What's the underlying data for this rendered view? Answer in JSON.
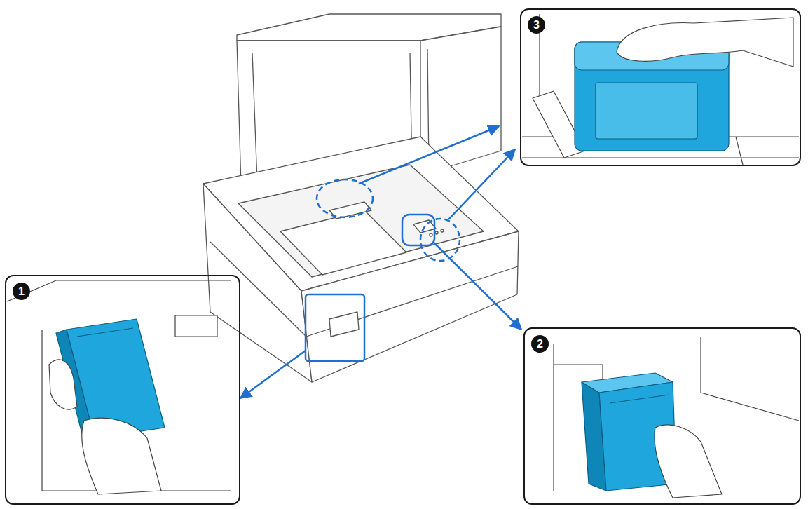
{
  "diagram": {
    "nodes": [
      {
        "text": [
          "3"
        ]
      },
      {
        "text": [
          "1"
        ]
      },
      {
        "text": [
          "2"
        ]
      }
    ]
  }
}
